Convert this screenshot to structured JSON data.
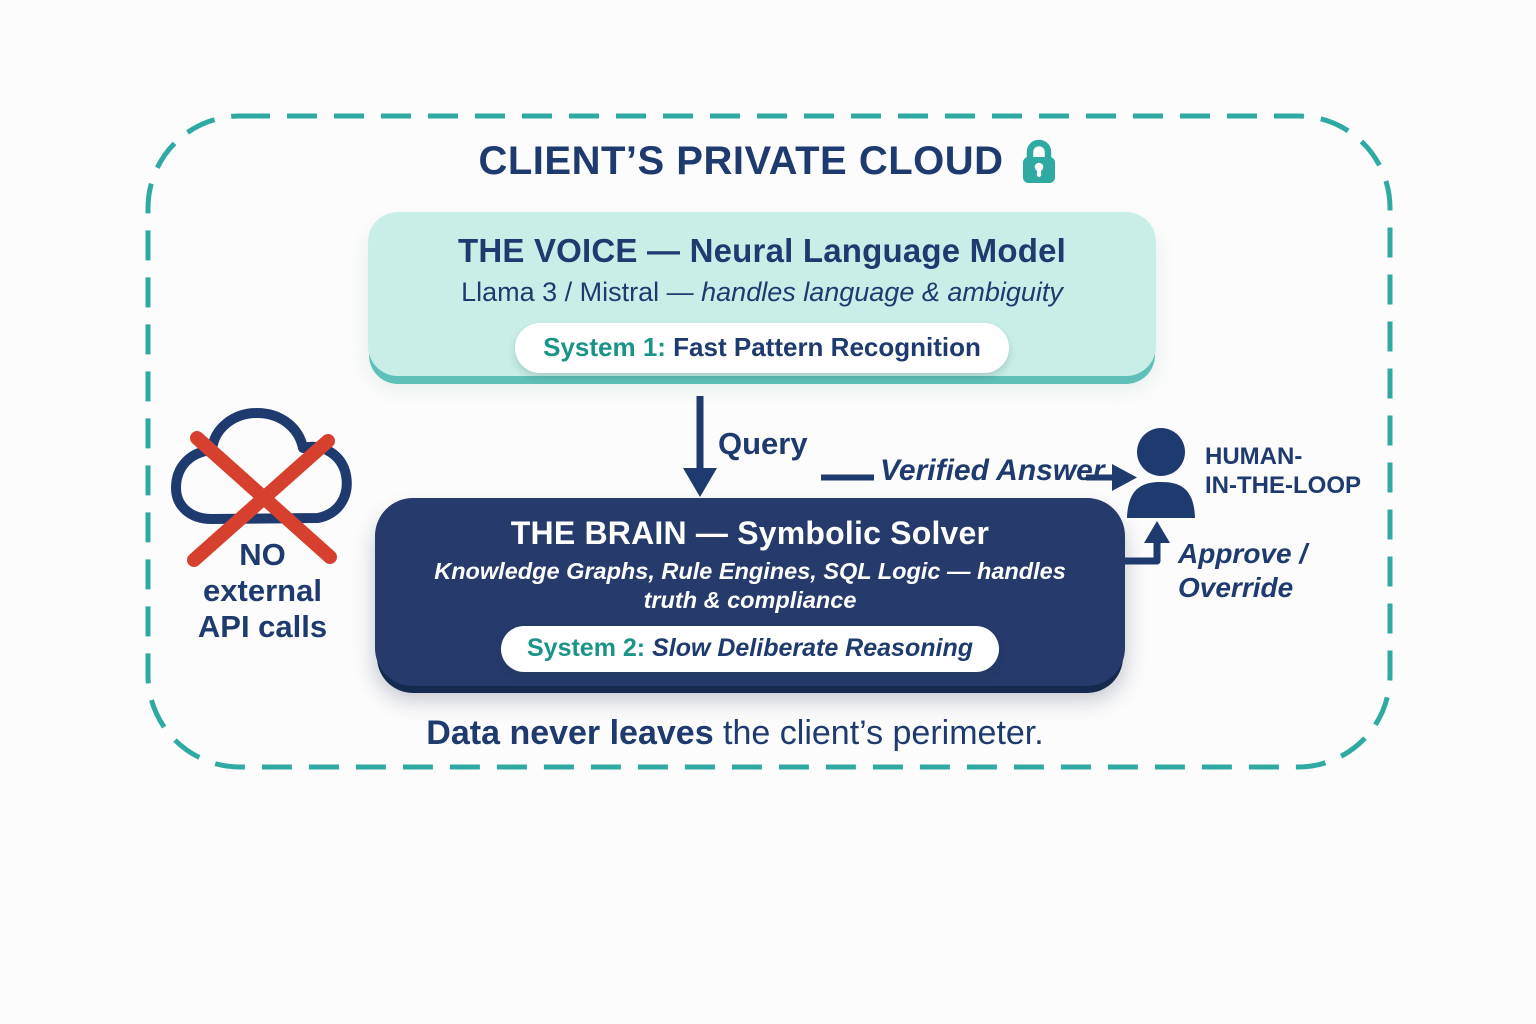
{
  "colors": {
    "navy": "#1e3a6e",
    "brain_navy": "#263a6b",
    "brain_shadow": "#16294e",
    "teal": "#2faaa2",
    "teal_text": "#1b9488",
    "mint": "#c9eee8",
    "mint_shadow": "#5ec0b8",
    "red": "#d7402e",
    "white": "#ffffff",
    "background": "#fcfcfc"
  },
  "header": {
    "title": "CLIENT’S PRIVATE CLOUD",
    "lock_icon": "lock"
  },
  "voice_box": {
    "title": "THE VOICE — Neural Language Model",
    "subtitle_prefix": "Llama 3 / Mistral — ",
    "subtitle_italic": "handles language & ambiguity",
    "badge_label": "System 1:",
    "badge_text": " Fast Pattern Recognition"
  },
  "brain_box": {
    "title": "THE BRAIN — Symbolic Solver",
    "subtitle": "Knowledge Graphs, Rule Engines, SQL Logic — handles truth & compliance",
    "badge_label": "System 2:",
    "badge_text": " Slow Deliberate Reasoning"
  },
  "flow": {
    "query_label": "Query",
    "verified_label": "Verified Answer",
    "approve_line1": "Approve /",
    "approve_line2": "Override"
  },
  "no_external": {
    "line1": "NO",
    "line2": "external",
    "line3": "API calls"
  },
  "human": {
    "line1": "HUMAN-",
    "line2": "IN-THE-LOOP"
  },
  "footer": {
    "bold": "Data never leaves",
    "rest": " the client’s perimeter."
  }
}
